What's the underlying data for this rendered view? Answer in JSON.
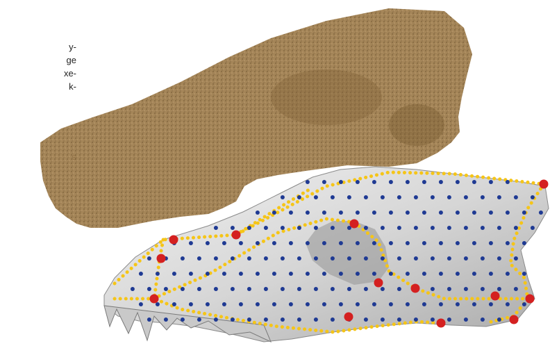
{
  "side_text": {
    "fragments": [
      "y-",
      "ge",
      "xe-",
      "k-",
      "s"
    ]
  },
  "figure": {
    "subjects": [
      "point-cloud-skull",
      "mesh-skull"
    ],
    "point_cloud_color": "#8b6a3e",
    "mesh_color": "#d9d9d9",
    "curve_semilandmark_color": "#f5c518",
    "surface_semilandmark_color": "#1f3a93",
    "fixed_landmark_color": "#d42020",
    "fixed_landmark_count": 15
  }
}
